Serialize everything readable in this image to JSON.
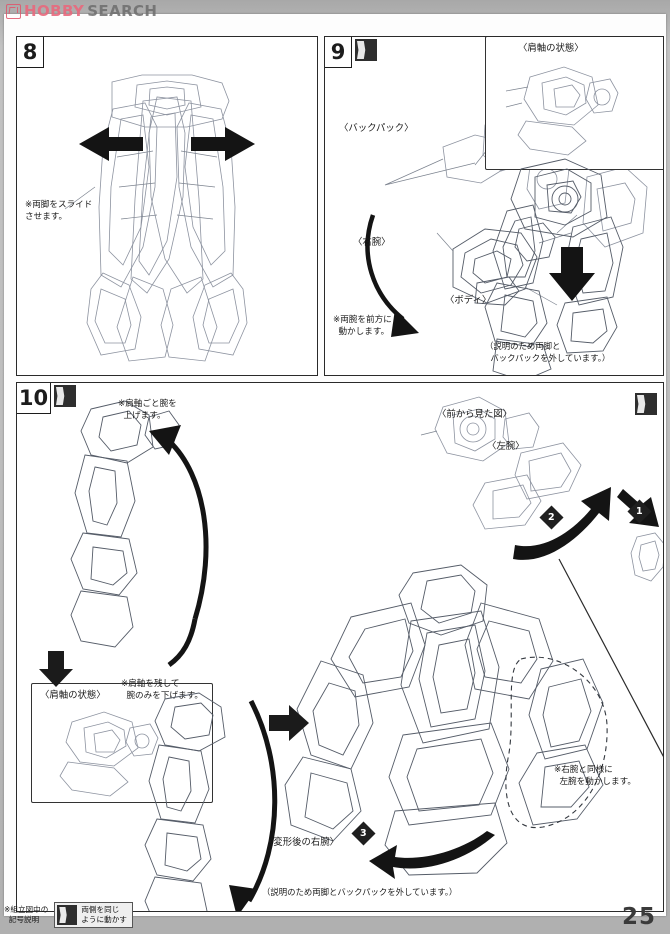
{
  "watermark": {
    "brand_red": "HOBBY",
    "brand_gray": "SEARCH",
    "logo_icon": "hobby-search-logo",
    "color_red": "#e8697d",
    "color_gray": "#6d6d6d"
  },
  "page": {
    "number": "25"
  },
  "steps": [
    {
      "number": "8",
      "has_both_sides_icon": false,
      "notes": [
        "※両脚をスライド\nさせます。"
      ]
    },
    {
      "number": "9",
      "has_both_sides_icon": true,
      "labels": [
        "〈バックパック〉",
        "〈右腕〉",
        "〈ボディ〉"
      ],
      "notes": [
        "※両腕を前方に\n  動かします。"
      ],
      "subpanel_label": "〈肩軸の状態〉",
      "caption": "（説明のため両脚と\n  バックパックを外しています。）"
    },
    {
      "number": "10",
      "has_both_sides_icon": true,
      "notes": [
        "※肩軸ごと腕を\n  上げます。",
        "※肩軸を残して\n  腕のみを下げます。",
        "※右腕と同様に\n  左腕を動かします。"
      ],
      "labels": [
        "〈肩軸の状態〉",
        "〈前から見た図〉",
        "〈左腕〉",
        "〈変形後の右腕〉"
      ],
      "badges": [
        "1",
        "2",
        "3"
      ],
      "caption": "（説明のため両脚とバックパックを外しています。）"
    }
  ],
  "footer": {
    "note": "※組立図中の\n  記号説明",
    "legend_icon": "both-sides-move-icon",
    "legend_text": "両側を同じ\nように動かす"
  }
}
